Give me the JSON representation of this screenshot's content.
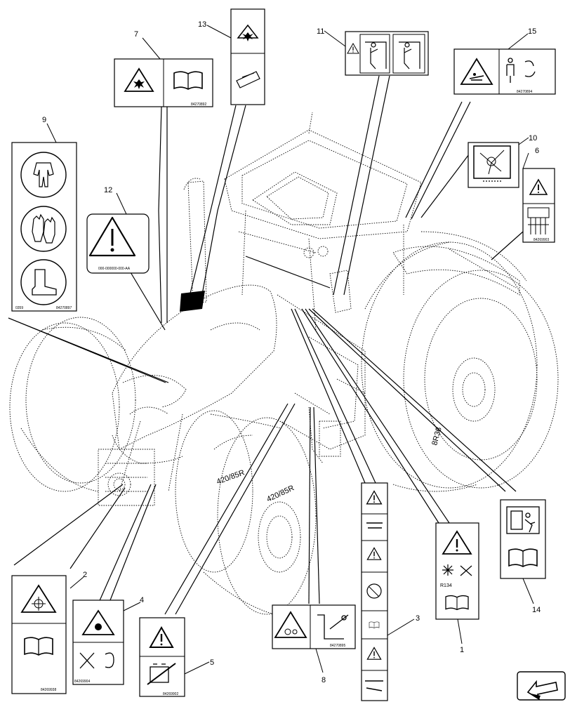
{
  "callouts": [
    {
      "id": "c1",
      "label": "1"
    },
    {
      "id": "c2",
      "label": "2"
    },
    {
      "id": "c3",
      "label": "3"
    },
    {
      "id": "c4",
      "label": "4"
    },
    {
      "id": "c5",
      "label": "5"
    },
    {
      "id": "c6",
      "label": "6"
    },
    {
      "id": "c7",
      "label": "7"
    },
    {
      "id": "c8",
      "label": "8"
    },
    {
      "id": "c9",
      "label": "9"
    },
    {
      "id": "c10",
      "label": "10"
    },
    {
      "id": "c11",
      "label": "11"
    },
    {
      "id": "c12",
      "label": "12"
    },
    {
      "id": "c13",
      "label": "13"
    },
    {
      "id": "c14",
      "label": "14"
    },
    {
      "id": "c15",
      "label": "15"
    }
  ],
  "decal_text": {
    "d7": "84270892",
    "d15": "84270894",
    "d9": "84270897",
    "d9_left": "0359",
    "d12": "000-000000-000-AA",
    "d6": "84269903",
    "d2": "84269938",
    "d4": "84269904",
    "d5": "84269902",
    "d8": "84270895",
    "d1_r134": "R134"
  },
  "tire_text": {
    "front_tire": "420/85R",
    "front_tire_b": "420/85R",
    "rear_tire": "8R38"
  },
  "icons": [
    "warning-triangle-icon",
    "book-icon",
    "explosion-icon",
    "coverall-icon",
    "glove-icon",
    "boot-icon",
    "person-icon",
    "rotating-arrow-icon",
    "arrow-back-icon"
  ]
}
